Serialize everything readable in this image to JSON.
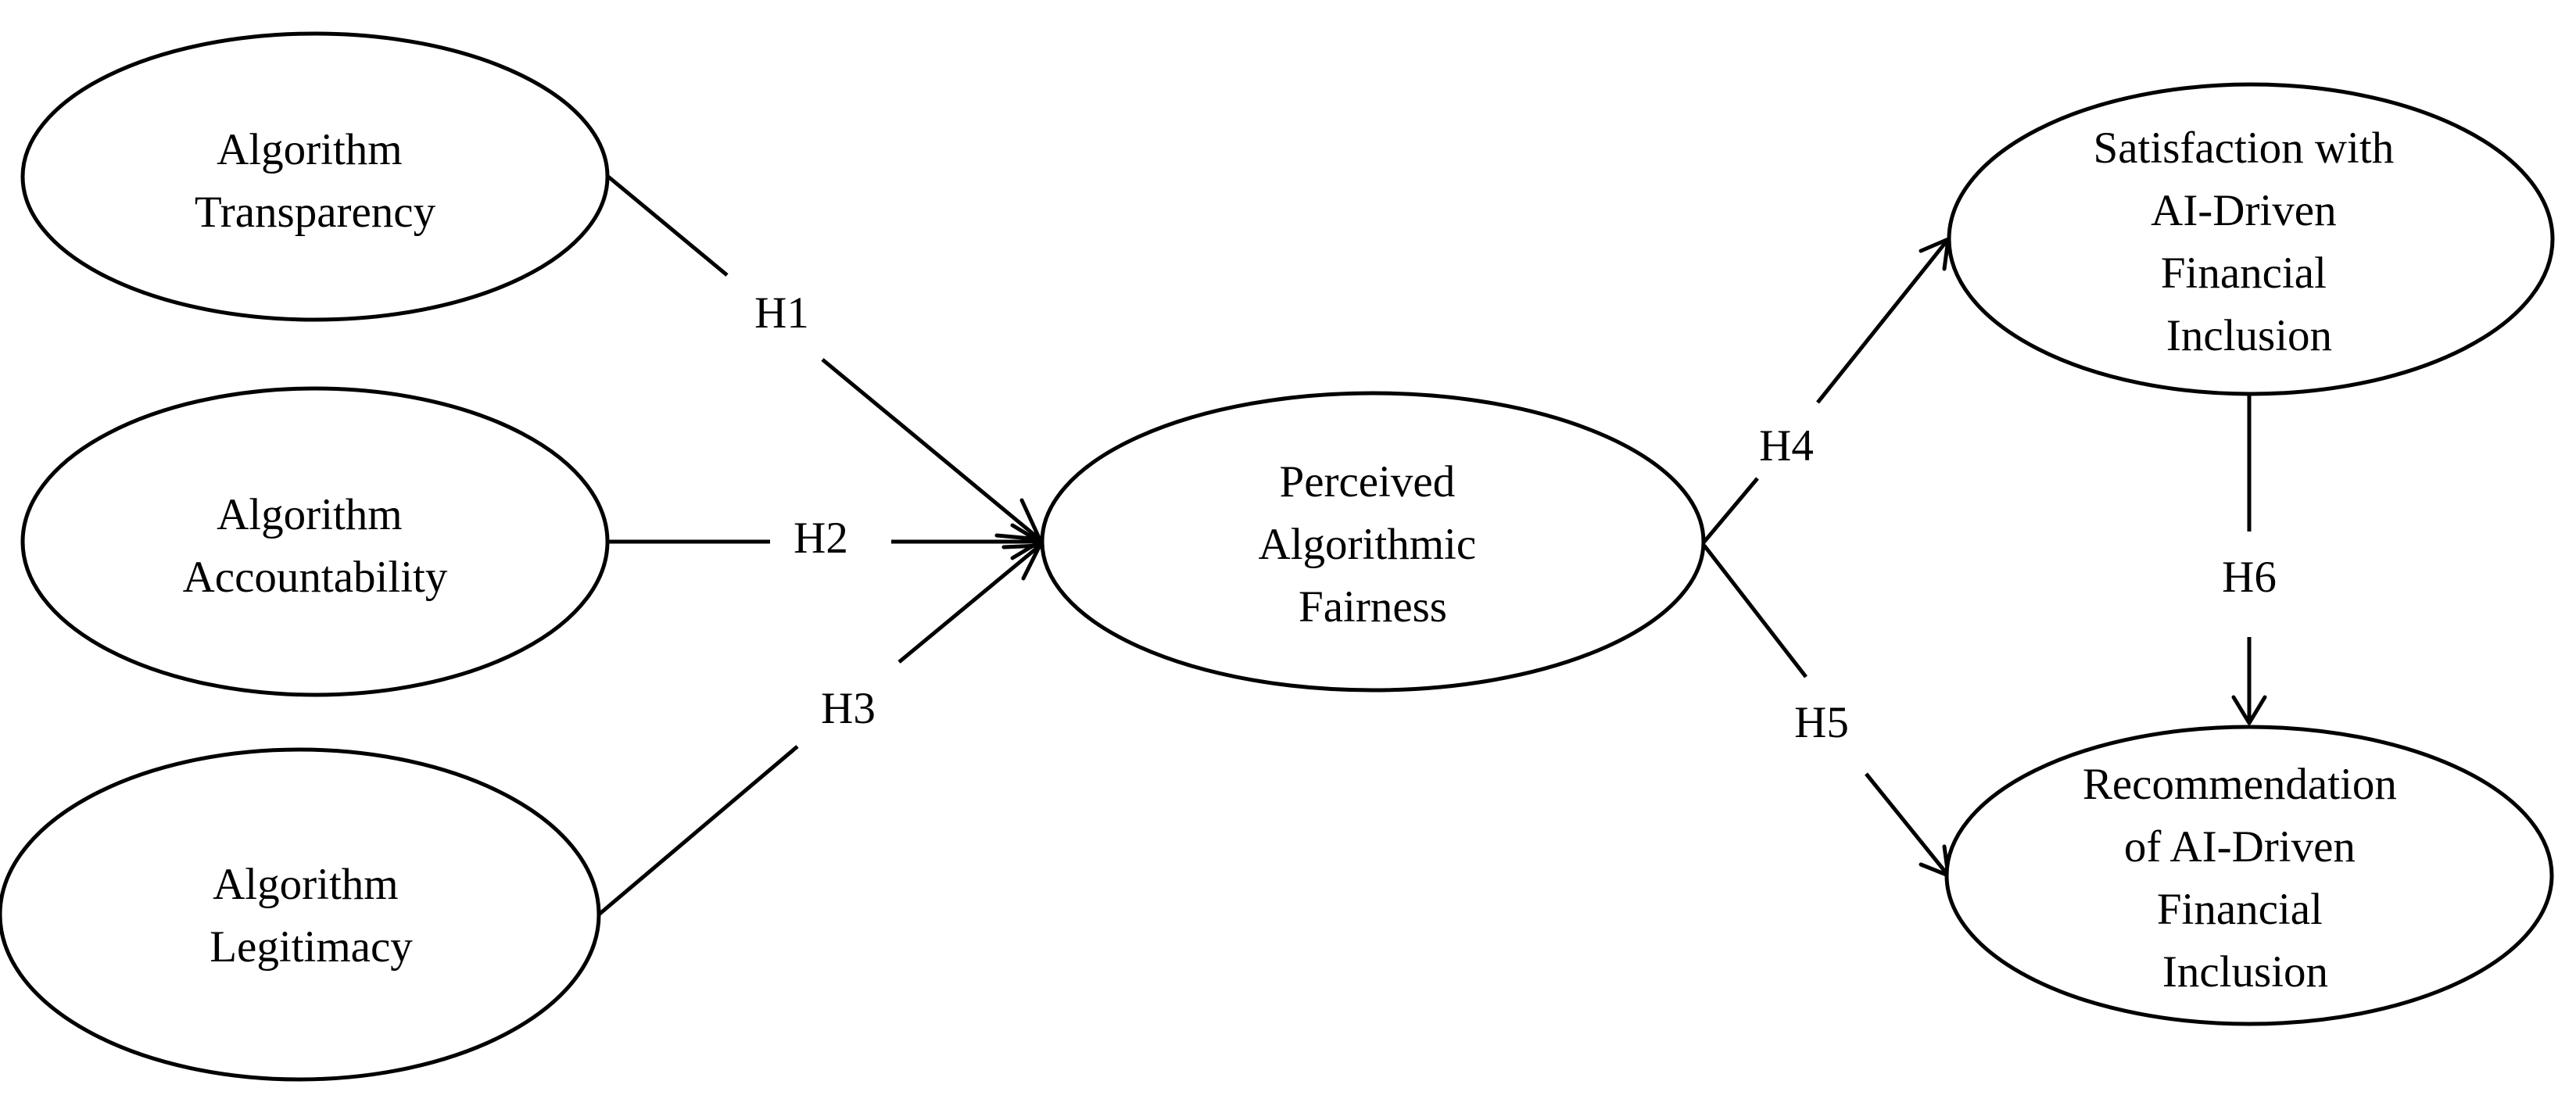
{
  "nodes": {
    "algorithm_transparency": {
      "lines": [
        "Algorithm",
        "Transparency"
      ]
    },
    "algorithm_accountability": {
      "lines": [
        "Algorithm",
        "Accountability"
      ]
    },
    "algorithm_legitimacy": {
      "lines": [
        "Algorithm",
        "Legitimacy"
      ]
    },
    "perceived_algorithmic_fairness": {
      "lines": [
        "Perceived",
        "Algorithmic",
        "Fairness"
      ]
    },
    "satisfaction": {
      "lines": [
        "Satisfaction with",
        "AI-Driven",
        "Financial",
        "Inclusion"
      ]
    },
    "recommendation": {
      "lines": [
        "Recommendation",
        "of AI-Driven",
        "Financial",
        "Inclusion"
      ]
    }
  },
  "hypotheses": {
    "h1": "H1",
    "h2": "H2",
    "h3": "H3",
    "h4": "H4",
    "h5": "H5",
    "h6": "H6"
  },
  "colors": {
    "stroke": "#000000",
    "background": "#ffffff"
  }
}
